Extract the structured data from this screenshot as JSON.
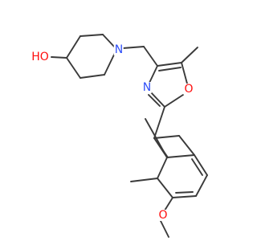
{
  "atoms": {
    "hydroxyl": {
      "label": "HO",
      "color": "#ff0d0d"
    },
    "piperidine_n": {
      "label": "N",
      "color": "#3050f8"
    },
    "oxazole_n": {
      "label": "N",
      "color": "#3050f8"
    },
    "oxazole_o": {
      "label": "O",
      "color": "#ff0d0d"
    },
    "methoxy_o": {
      "label": "O",
      "color": "#ff0d0d"
    }
  },
  "colors": {
    "bond": "#3a3a3a",
    "background": "#ffffff"
  }
}
